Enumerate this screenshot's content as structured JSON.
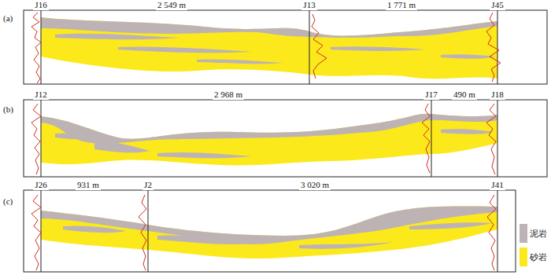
{
  "diagram": {
    "labels": [
      "(a)",
      "J16",
      "2 549 m",
      "J13",
      "1 771 m",
      "J45",
      "(b)",
      "J12",
      "2 968 m",
      "J17",
      "490 m",
      "J18",
      "(c)",
      "J26",
      "931 m",
      "J2",
      "3 020 m",
      "J41"
    ],
    "legend": [
      {
        "text": "泥岩",
        "color": "#bdb3b5"
      },
      {
        "text": "砂岩",
        "color": "#fbe91c"
      }
    ]
  }
}
